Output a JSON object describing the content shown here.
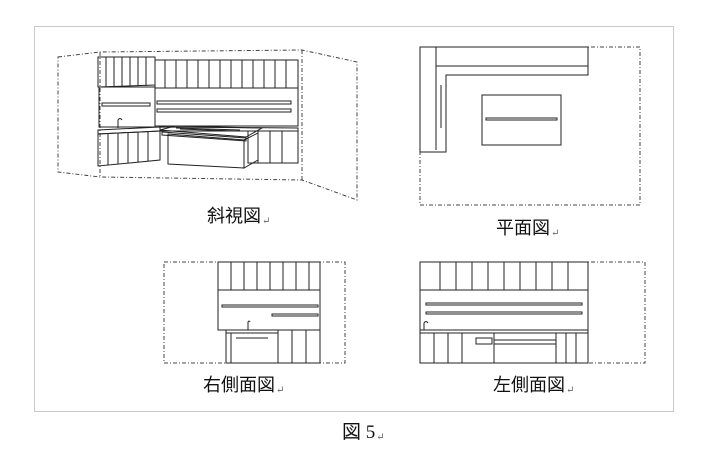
{
  "figure": {
    "caption": "図 5",
    "return_mark": "↵",
    "views": [
      {
        "id": "oblique",
        "label": "斜視図"
      },
      {
        "id": "plan",
        "label": "平面図"
      },
      {
        "id": "right_side",
        "label": "右側面図"
      },
      {
        "id": "left_side",
        "label": "左側面図"
      }
    ]
  }
}
